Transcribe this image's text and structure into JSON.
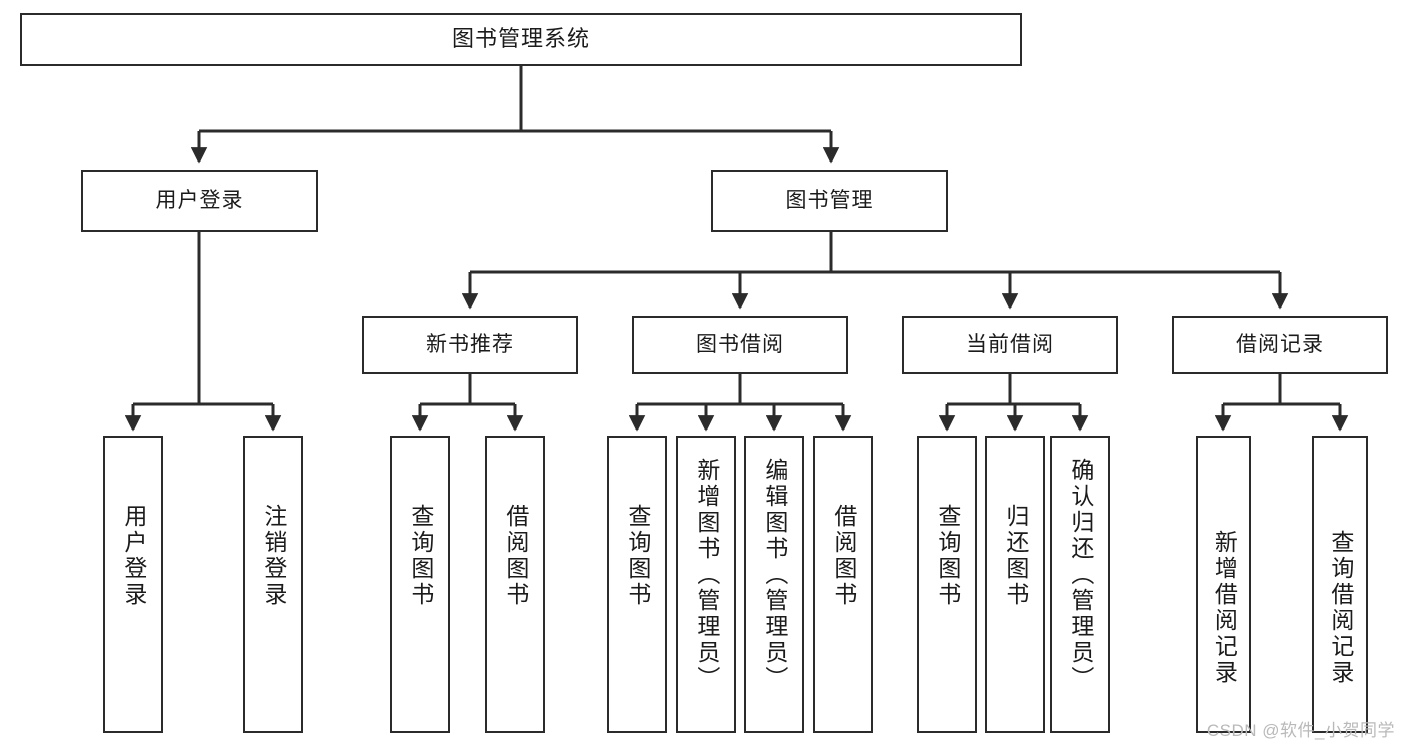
{
  "diagram": {
    "type": "tree",
    "title": "图书管理系统",
    "watermark": "CSDN @软件_小贺同学",
    "accent_color": "#2b2b2b",
    "background_color": "#ffffff",
    "nodes": {
      "root": {
        "label": "图书管理系统"
      },
      "level2": [
        {
          "id": "user-login",
          "label": "用户登录"
        },
        {
          "id": "book-manage",
          "label": "图书管理"
        }
      ],
      "level3": [
        {
          "id": "new-book-recommend",
          "label": "新书推荐"
        },
        {
          "id": "book-borrow",
          "label": "图书借阅"
        },
        {
          "id": "current-borrow",
          "label": "当前借阅"
        },
        {
          "id": "borrow-record",
          "label": "借阅记录"
        }
      ],
      "leaves": {
        "user_login": [
          {
            "id": "leaf-user-login",
            "label": "用户登录"
          },
          {
            "id": "leaf-logout-login",
            "label": "注销登录"
          }
        ],
        "new_book_recommend": [
          {
            "id": "leaf-query-book-1",
            "label": "查询图书"
          },
          {
            "id": "leaf-borrow-book-1",
            "label": "借阅图书"
          }
        ],
        "book_borrow": [
          {
            "id": "leaf-query-book-2",
            "label": "查询图书"
          },
          {
            "id": "leaf-add-book",
            "label": "新增图书（管理员）"
          },
          {
            "id": "leaf-edit-book",
            "label": "编辑图书（管理员）"
          },
          {
            "id": "leaf-borrow-book-2",
            "label": "借阅图书"
          }
        ],
        "current_borrow": [
          {
            "id": "leaf-query-book-3",
            "label": "查询图书"
          },
          {
            "id": "leaf-return-book",
            "label": "归还图书"
          },
          {
            "id": "leaf-confirm-return",
            "label": "确认归还（管理员）"
          }
        ],
        "borrow_record": [
          {
            "id": "leaf-add-record",
            "label": "新增借阅记录"
          },
          {
            "id": "leaf-query-record",
            "label": "查询借阅记录"
          }
        ]
      }
    }
  }
}
